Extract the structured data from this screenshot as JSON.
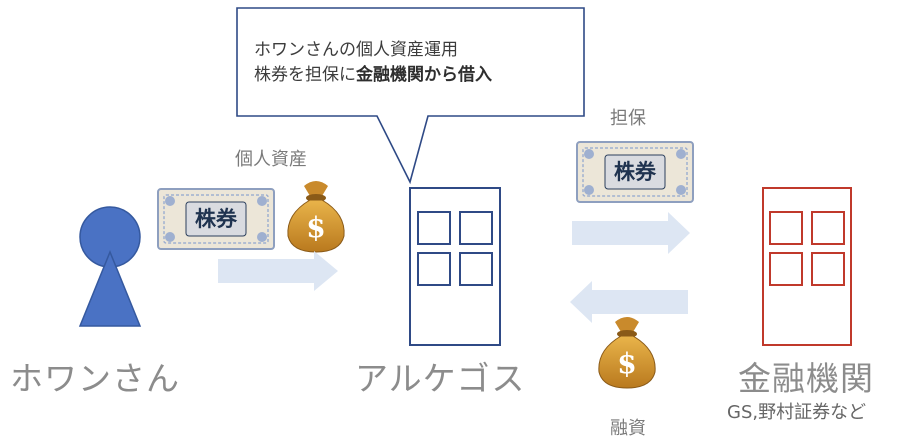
{
  "callout": {
    "line1": "ホワンさんの個人資産運用",
    "line2_plain": "株券を担保に",
    "line2_bold": "金融機関から借入"
  },
  "person": {
    "name": "ホワンさん",
    "assets_label": "個人資産"
  },
  "archegos": {
    "name": "アルケゴス"
  },
  "bank": {
    "name": "金融機関",
    "sub": "GS,野村証券など"
  },
  "flows": {
    "collateral_label": "担保",
    "loan_label": "融資"
  },
  "stock_certificate": {
    "text": "株券"
  },
  "money_bag": {
    "symbol": "$"
  },
  "colors": {
    "person": "#4a72c4",
    "archegos_border": "#2f4a86",
    "bank_border": "#c0392b",
    "arrow": "#dde6f3",
    "callout_border": "#2f4a86"
  }
}
